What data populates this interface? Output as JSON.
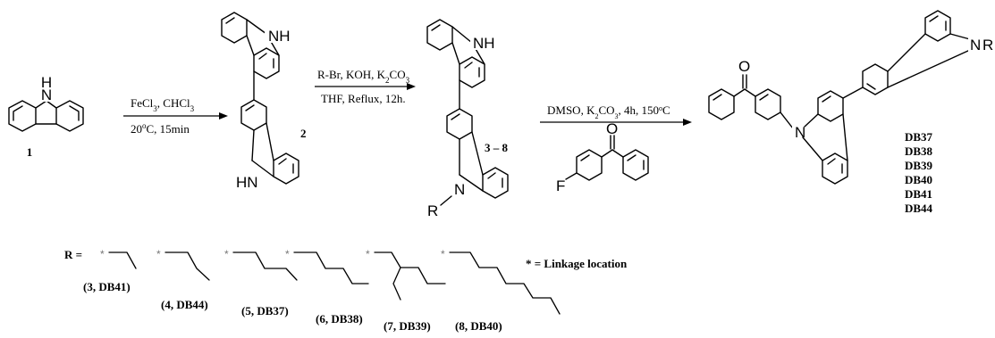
{
  "compounds": {
    "carbazole": {
      "id": "1",
      "nh": "H",
      "n": "N"
    },
    "dimer": {
      "id": "2",
      "nh_top": "NH",
      "nh_bottom": "HN"
    },
    "alkylated": {
      "id": "3 – 8",
      "nh": "NH",
      "r_label": "R",
      "n": "N"
    },
    "reagent": {
      "o": "O",
      "f": "F"
    },
    "product": {
      "o": "O",
      "n1": "N",
      "n2": "N",
      "r_cut": "R",
      "ids": [
        "DB37",
        "DB38",
        "DB39",
        "DB40",
        "DB41",
        "DB44"
      ]
    }
  },
  "steps": [
    {
      "above": "FeCl3, CHCl3",
      "below": "20oC, 15min"
    },
    {
      "above": "R-Br, KOH, K2CO3",
      "below": "THF, Reflux, 12h."
    },
    {
      "above": "DMSO, K2CO3, 4h, 150oC",
      "below": ""
    }
  ],
  "legend": {
    "r_equals": "R =",
    "star": "*",
    "linkage": "* = Linkage location",
    "chains": [
      {
        "label": "(3, DB41)"
      },
      {
        "label": "(4, DB44)"
      },
      {
        "label": "(5, DB37)"
      },
      {
        "label": "(6, DB38)"
      },
      {
        "label": "(7, DB39)"
      },
      {
        "label": "(8, DB40)"
      }
    ]
  }
}
